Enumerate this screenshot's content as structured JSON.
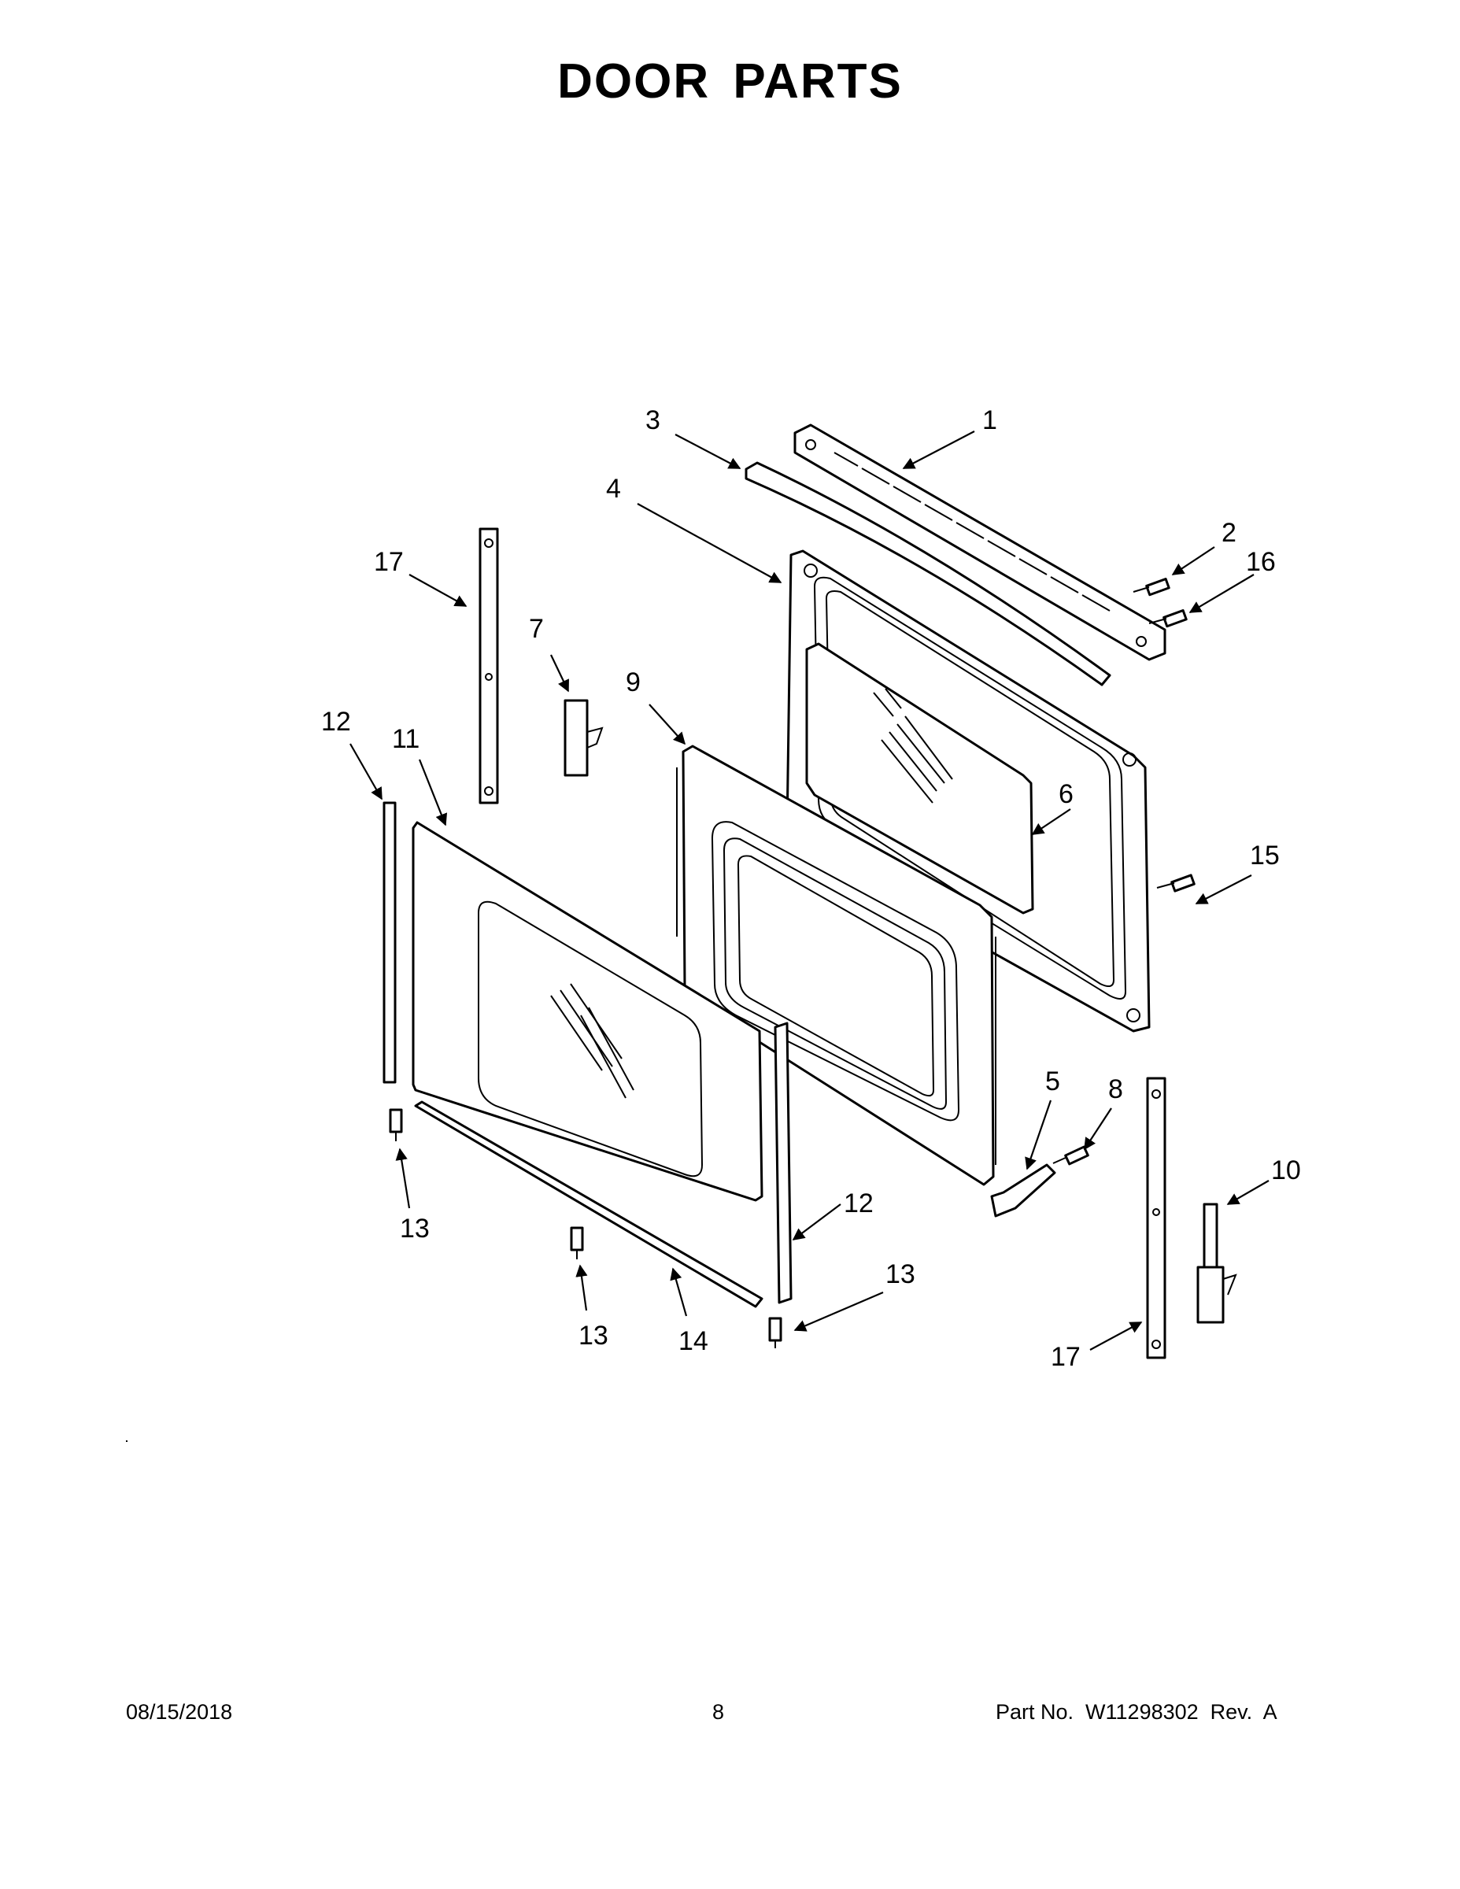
{
  "title": "DOOR PARTS",
  "callouts": {
    "c1": "1",
    "c2": "2",
    "c3": "3",
    "c4": "4",
    "c5": "5",
    "c6": "6",
    "c7": "7",
    "c8": "8",
    "c9": "9",
    "c10": "10",
    "c11": "11",
    "c12a": "12",
    "c12b": "12",
    "c13a": "13",
    "c13b": "13",
    "c13c": "13",
    "c14": "14",
    "c15": "15",
    "c16": "16",
    "c17a": "17",
    "c17b": "17"
  },
  "footer": {
    "date": "08/15/2018",
    "page": "8",
    "part_no": "Part No.  W11298302  Rev.  A"
  }
}
